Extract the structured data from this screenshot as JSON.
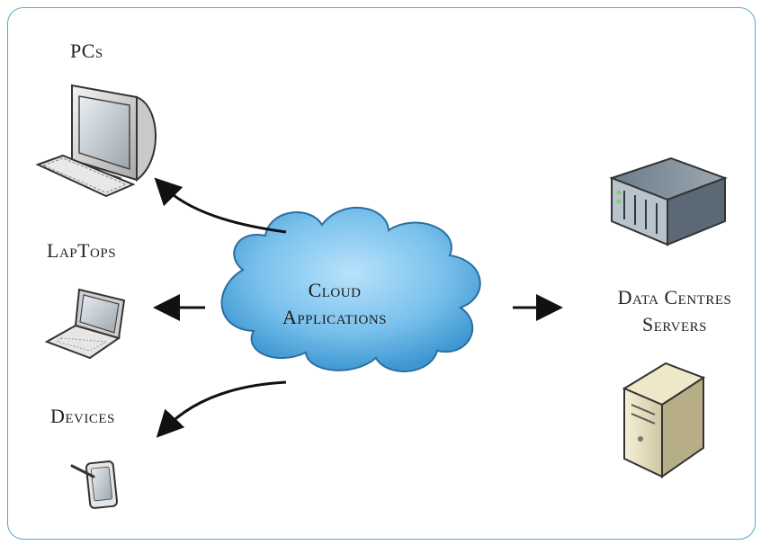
{
  "labels": {
    "pcs": "PCs",
    "laptops": "LapTops",
    "devices": "Devices",
    "cloud_line1": "Cloud",
    "cloud_line2": "Applications",
    "datacentre_line1": "Data Centres",
    "datacentre_line2": "Servers"
  },
  "icons": [
    "pc-monitor-icon",
    "keyboard-icon",
    "laptop-icon",
    "tablet-device-icon",
    "cloud-icon",
    "rack-server-icon",
    "tower-server-icon"
  ],
  "colors": {
    "frame_border": "#5aa6cc",
    "cloud_fill": "#7fc4ee",
    "arrow": "#111111"
  }
}
